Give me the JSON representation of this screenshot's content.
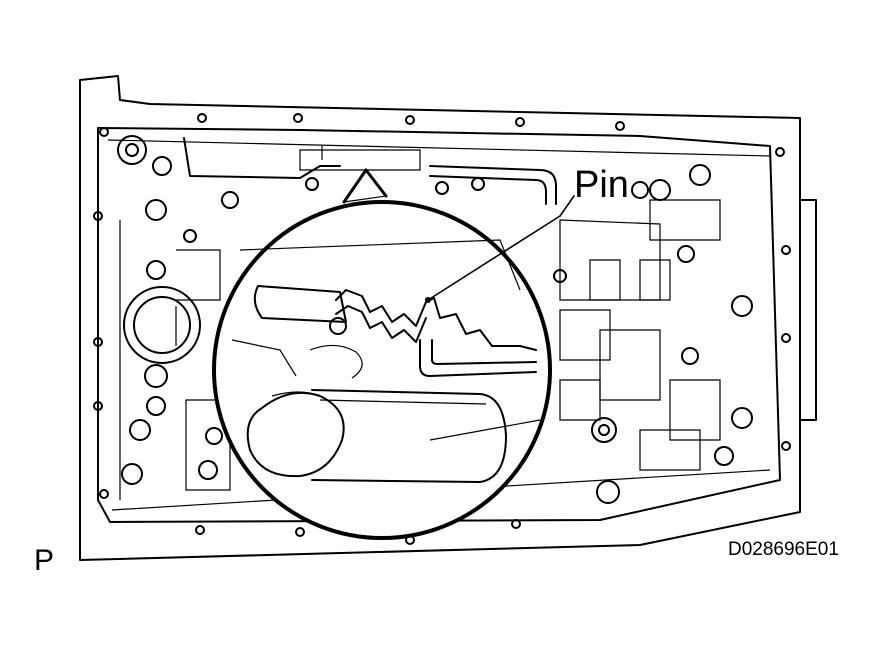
{
  "callout": {
    "label": "Pin"
  },
  "view_label": "P",
  "figure_code": "D028696E01"
}
